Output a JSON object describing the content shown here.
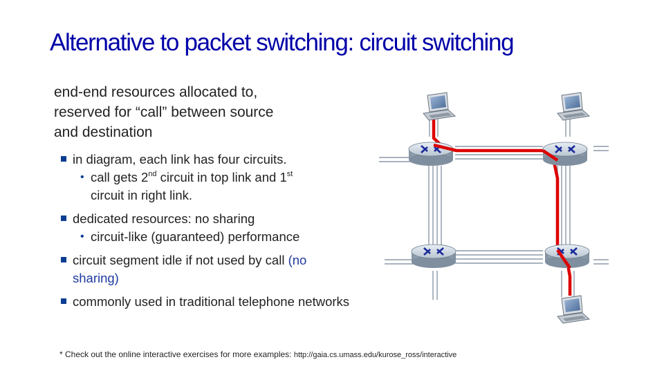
{
  "title": "Alternative to packet switching: circuit switching",
  "intro": {
    "line1": "end-end resources allocated to,",
    "line2": "reserved for “call” between source",
    "line3": "and destination"
  },
  "bullets": {
    "b1_text": "in diagram, each link has four circuits.",
    "b1_sub_pre": "call gets 2",
    "b1_sub_sup1": "nd",
    "b1_sub_mid": " circuit in top link and 1",
    "b1_sub_sup2": "st",
    "b1_sub_cont": "circuit in right link.",
    "b2_text": "dedicated resources: no sharing",
    "b2_sub": "circuit-like (guaranteed) performance",
    "b3_text": "circuit segment idle if not used by call ",
    "b3_paren": "(no",
    "b3_cont": "sharing)",
    "b4_text": "commonly used in traditional telephone networks"
  },
  "footnote": {
    "text": "* Check out the online interactive exercises for more examples: ",
    "url": "http://gaia.cs.umass.edu/kurose_ross/interactive"
  },
  "icons": {
    "bullet": "square-bullet-icon",
    "sub_bullet": "dot-bullet-icon",
    "host": "laptop-icon",
    "router": "router-icon"
  },
  "colors": {
    "title": "#0000a8",
    "bullet": "#0b3d91",
    "circuit": "#dd0000",
    "link": "#8c98a8",
    "router_top": "#cfd8e2",
    "router_side": "#9aa8b6"
  }
}
